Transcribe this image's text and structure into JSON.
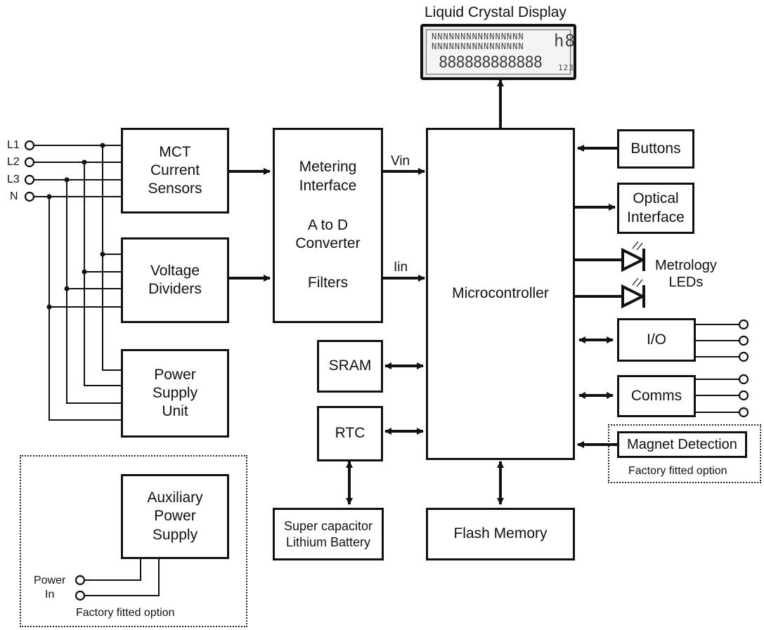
{
  "lcd": {
    "title": "Liquid Crystal Display",
    "top_row": "NNNNNNNNNNNNNNNN",
    "digits": "888888888888",
    "indices": "123"
  },
  "blocks": {
    "mct": [
      "MCT",
      "Current",
      "Sensors"
    ],
    "voltage": [
      "Voltage",
      "Dividers"
    ],
    "psu": [
      "Power",
      "Supply",
      "Unit"
    ],
    "aux": [
      "Auxiliary",
      "Power",
      "Supply"
    ],
    "metering": [
      "Metering",
      "Interface",
      "",
      "A to D",
      "Converter",
      "",
      "Filters"
    ],
    "micro": "Microcontroller",
    "sram": "SRAM",
    "rtc": "RTC",
    "supercap": [
      "Super capacitor",
      "Lithium Battery"
    ],
    "flash": "Flash Memory",
    "buttons": "Buttons",
    "optical": [
      "Optical",
      "Interface"
    ],
    "io": "I/O",
    "comms": "Comms",
    "magnet": "Magnet Detection"
  },
  "inputs": {
    "l1": "L1",
    "l2": "L2",
    "l3": "L3",
    "n": "N"
  },
  "signals": {
    "vin": "Vin",
    "iin": "Iin"
  },
  "metrology_leds": [
    "Metrology",
    "LEDs"
  ],
  "power_in": [
    "Power",
    "In"
  ],
  "factory_option": "Factory fitted option"
}
